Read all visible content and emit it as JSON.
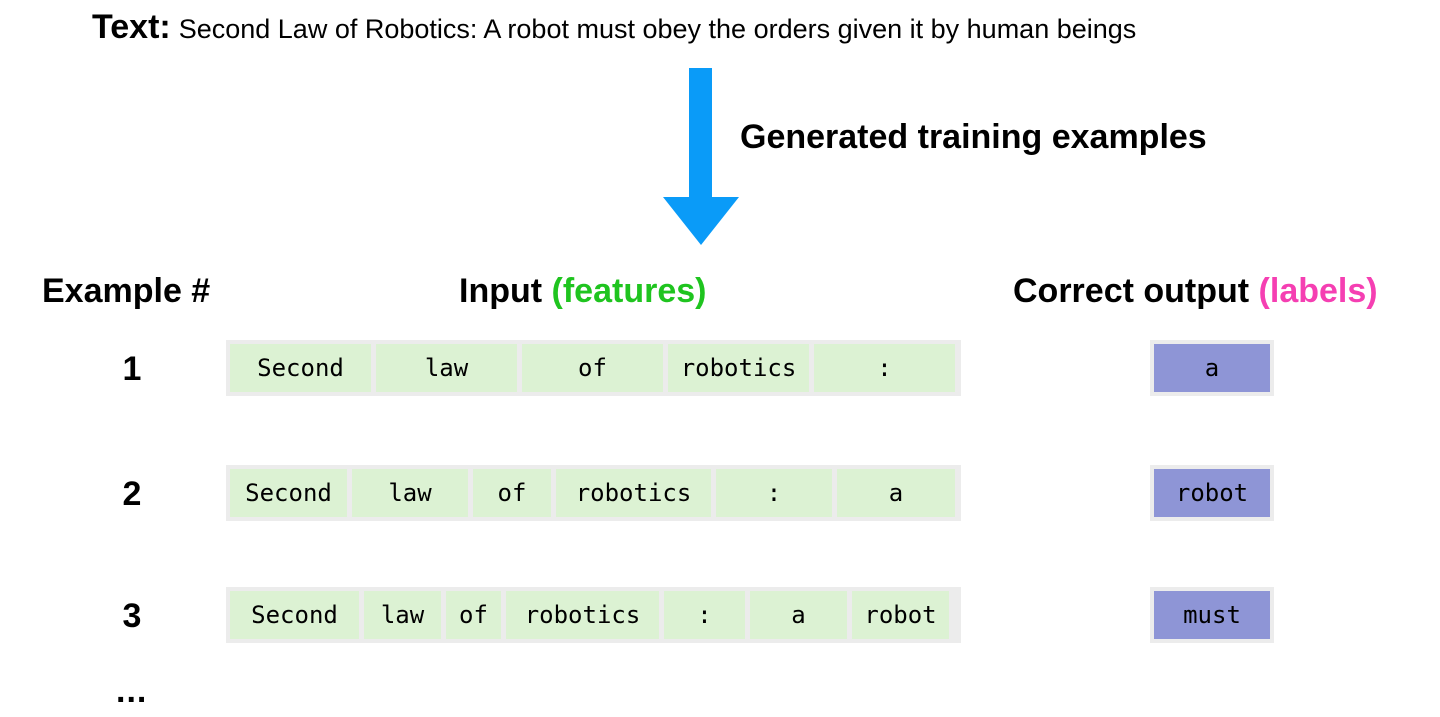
{
  "header": {
    "text_label": "Text:",
    "text_value": "Second Law of Robotics: A robot must obey the orders given it by human beings"
  },
  "arrow": {
    "label": "Generated training examples",
    "color": "#0a9bf8"
  },
  "columns": {
    "example": "Example #",
    "input": "Input",
    "input_paren": "(features)",
    "output": "Correct output",
    "output_paren": "(labels)"
  },
  "colors": {
    "features": "#1fc41f",
    "labels": "#f53fb2",
    "token_bg": "#dcf2d3",
    "label_bg": "#8e95d6"
  },
  "examples": [
    {
      "number": "1",
      "tokens": [
        "Second",
        "law",
        "of",
        "robotics",
        ":"
      ],
      "label": "a"
    },
    {
      "number": "2",
      "tokens": [
        "Second",
        "law",
        "of",
        "robotics",
        ":",
        "a"
      ],
      "label": "robot"
    },
    {
      "number": "3",
      "tokens": [
        "Second",
        "law",
        "of",
        "robotics",
        ":",
        "a",
        "robot"
      ],
      "label": "must"
    }
  ],
  "ellipsis": "..."
}
